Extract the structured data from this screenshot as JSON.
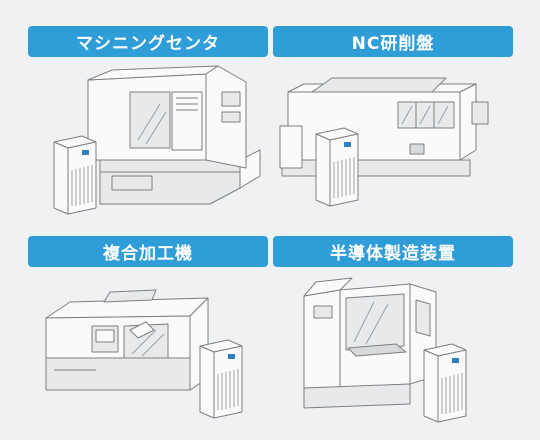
{
  "panels": [
    {
      "id": "machining-center",
      "label": "マシニングセンタ"
    },
    {
      "id": "nc-grinder",
      "label": "NC研削盤"
    },
    {
      "id": "multitasking-machine",
      "label": "複合加工機"
    },
    {
      "id": "semiconductor-equipment",
      "label": "半導体製造装置"
    }
  ],
  "colors": {
    "label_bg": "#2f9dd8",
    "label_text": "#ffffff",
    "background": "#f0f1f2",
    "indicator": "#2f7fc1"
  }
}
